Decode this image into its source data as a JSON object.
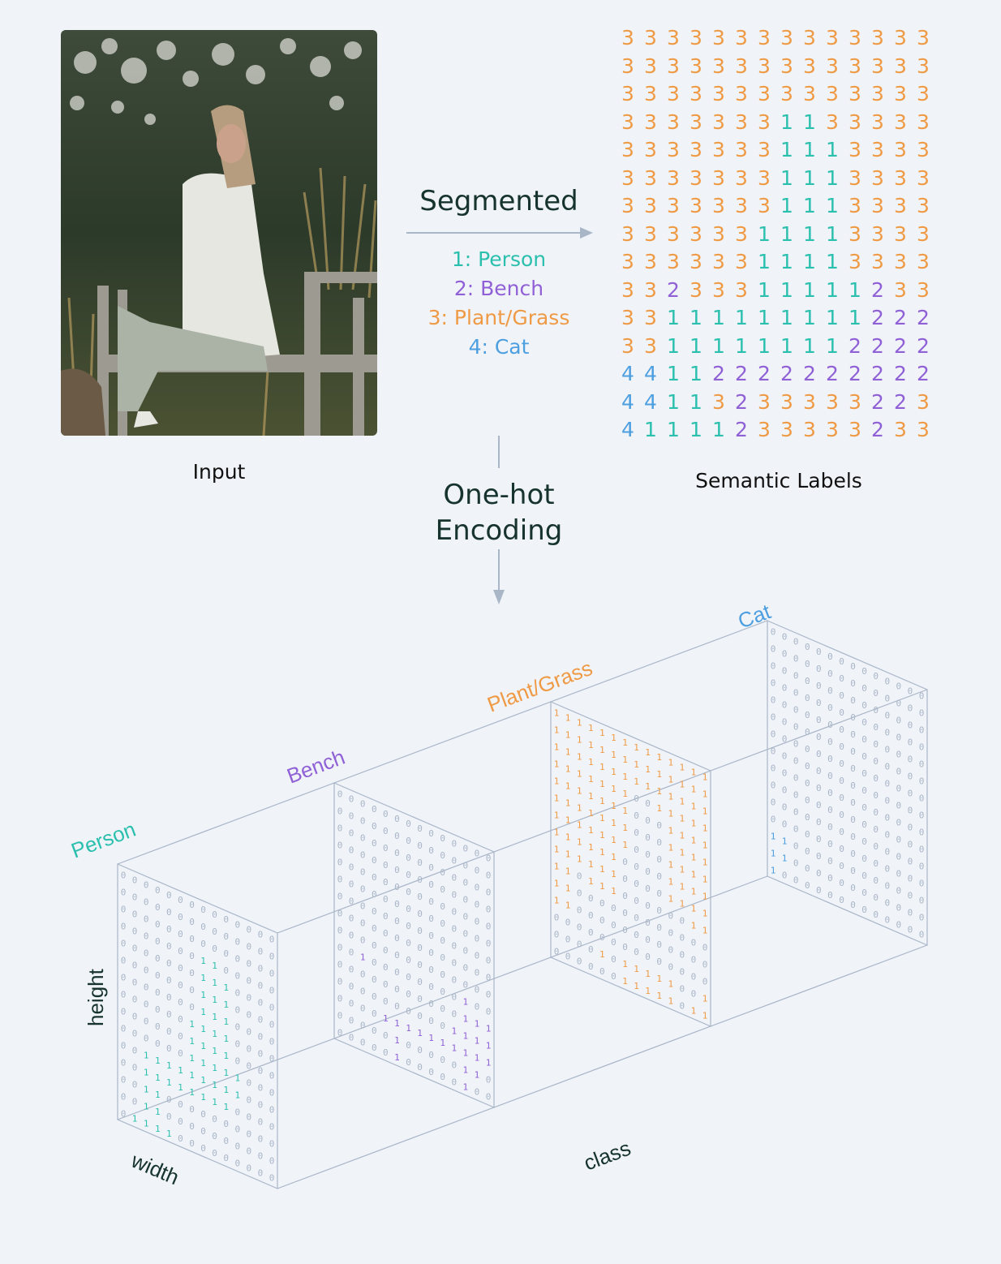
{
  "colors": {
    "person": "#2bbfae",
    "bench": "#9061d6",
    "plant": "#ef9a45",
    "cat": "#4d9fe0",
    "line": "#a9b6c8",
    "dark": "#16332d"
  },
  "photo": {
    "alt_icon": "photo-woman-on-bench"
  },
  "captions": {
    "input": "Input",
    "semantic": "Semantic Labels"
  },
  "segmented": {
    "title": "Segmented",
    "legend": [
      "1: Person",
      "2: Bench",
      "3: Plant/Grass",
      "4: Cat"
    ]
  },
  "onehot": {
    "line1": "One-hot",
    "line2": "Encoding"
  },
  "label_grid": [
    [
      3,
      3,
      3,
      3,
      3,
      3,
      3,
      3,
      3,
      3,
      3,
      3,
      3,
      3
    ],
    [
      3,
      3,
      3,
      3,
      3,
      3,
      3,
      3,
      3,
      3,
      3,
      3,
      3,
      3
    ],
    [
      3,
      3,
      3,
      3,
      3,
      3,
      3,
      3,
      3,
      3,
      3,
      3,
      3,
      3
    ],
    [
      3,
      3,
      3,
      3,
      3,
      3,
      3,
      1,
      1,
      3,
      3,
      3,
      3,
      3
    ],
    [
      3,
      3,
      3,
      3,
      3,
      3,
      3,
      1,
      1,
      1,
      3,
      3,
      3,
      3
    ],
    [
      3,
      3,
      3,
      3,
      3,
      3,
      3,
      1,
      1,
      1,
      3,
      3,
      3,
      3
    ],
    [
      3,
      3,
      3,
      3,
      3,
      3,
      3,
      1,
      1,
      1,
      3,
      3,
      3,
      3
    ],
    [
      3,
      3,
      3,
      3,
      3,
      3,
      1,
      1,
      1,
      1,
      3,
      3,
      3,
      3
    ],
    [
      3,
      3,
      3,
      3,
      3,
      3,
      1,
      1,
      1,
      1,
      3,
      3,
      3,
      3
    ],
    [
      3,
      3,
      2,
      3,
      3,
      3,
      1,
      1,
      1,
      1,
      1,
      2,
      3,
      3
    ],
    [
      3,
      3,
      1,
      1,
      1,
      1,
      1,
      1,
      1,
      1,
      1,
      2,
      2,
      2
    ],
    [
      3,
      3,
      1,
      1,
      1,
      1,
      1,
      1,
      1,
      1,
      2,
      2,
      2,
      2
    ],
    [
      4,
      4,
      1,
      1,
      2,
      2,
      2,
      2,
      2,
      2,
      2,
      2,
      2,
      2
    ],
    [
      4,
      4,
      1,
      1,
      3,
      2,
      3,
      3,
      3,
      3,
      3,
      2,
      2,
      3
    ],
    [
      4,
      1,
      1,
      1,
      1,
      2,
      3,
      3,
      3,
      3,
      3,
      2,
      3,
      3
    ]
  ],
  "tensor": {
    "classes": [
      "Person",
      "Bench",
      "Plant/Grass",
      "Cat"
    ],
    "axis_height": "height",
    "axis_width": "width",
    "axis_class": "class",
    "zero": "0",
    "one": "1"
  }
}
